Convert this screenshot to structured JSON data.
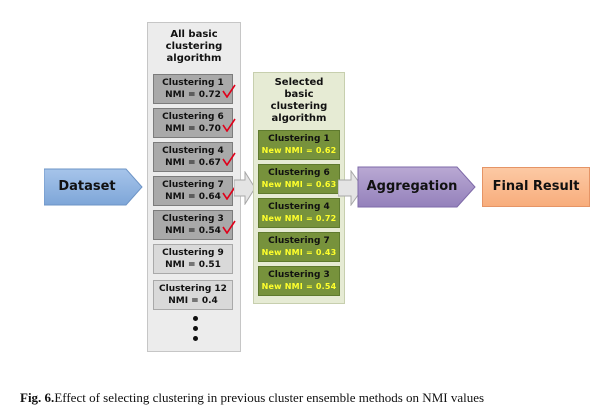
{
  "dataset_label": "Dataset",
  "all_panel": {
    "title": "All basic\nclustering\nalgorithm",
    "items": [
      {
        "name": "Clustering 1",
        "nmi": "NMI = 0.72",
        "selected": true
      },
      {
        "name": "Clustering 6",
        "nmi": "NMI = 0.70",
        "selected": true
      },
      {
        "name": "Clustering 4",
        "nmi": "NMI = 0.67",
        "selected": true
      },
      {
        "name": "Clustering 7",
        "nmi": "NMI = 0.64",
        "selected": true
      },
      {
        "name": "Clustering 3",
        "nmi": "NMI = 0.54",
        "selected": true
      },
      {
        "name": "Clustering 9",
        "nmi": "NMI = 0.51",
        "selected": false
      },
      {
        "name": "Clustering 12",
        "nmi": "NMI = 0.4",
        "selected": false
      }
    ]
  },
  "selected_panel": {
    "title": "Selected\nbasic\nclustering\nalgorithm",
    "items": [
      {
        "name": "Clustering 1",
        "nmi": "New NMI = 0.62"
      },
      {
        "name": "Clustering 6",
        "nmi": "New NMI = 0.63"
      },
      {
        "name": "Clustering 4",
        "nmi": "New NMI = 0.72"
      },
      {
        "name": "Clustering 7",
        "nmi": "New NMI = 0.43"
      },
      {
        "name": "Clustering 3",
        "nmi": "New NMI = 0.54"
      }
    ]
  },
  "aggregation_label": "Aggregation",
  "final_label": "Final Result",
  "caption": {
    "prefix": "Fig. 6.",
    "text": "Effect of selecting clustering in previous cluster ensemble methods on NMI values"
  },
  "colors": {
    "dataset_fill": "#8db3e2",
    "aggregation_fill": "#a997c6",
    "final_fill": "#fbbf94",
    "green_box": "#77923c",
    "check": "#e0001a"
  }
}
